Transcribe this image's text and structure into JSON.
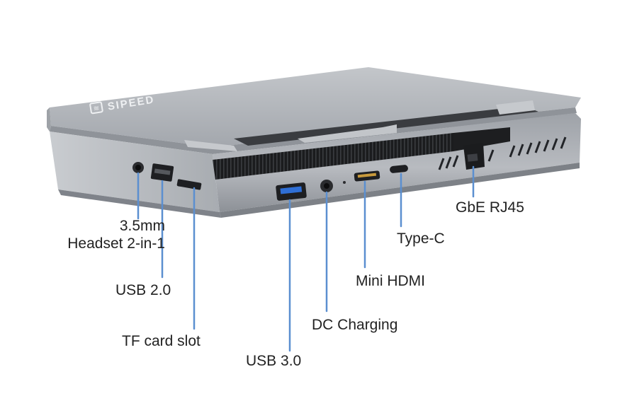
{
  "brand": {
    "logo_text": "SIPEED",
    "logo_badge": "≋"
  },
  "callouts": {
    "headset": {
      "line1": "3.5mm",
      "line2": "Headset 2-in-1"
    },
    "usb2": "USB 2.0",
    "tf_card": "TF card slot",
    "usb3": "USB 3.0",
    "dc_charging": "DC Charging",
    "mini_hdmi": "Mini HDMI",
    "type_c": "Type-C",
    "rj45": "GbE RJ45"
  },
  "colors": {
    "leader_line": "#5b8fd0",
    "usb3_tongue": "#2f6fd6",
    "chassis": "#a9adb3",
    "lid_top": "#b4b8bd"
  }
}
